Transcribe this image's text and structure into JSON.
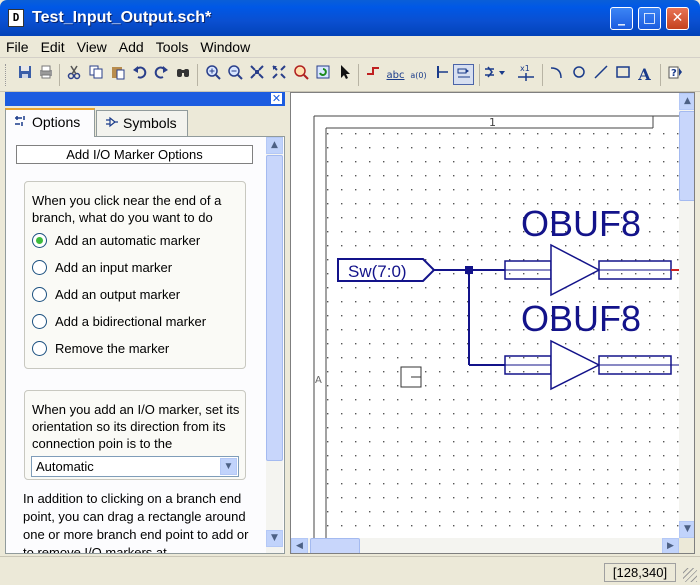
{
  "window": {
    "title": "Test_Input_Output.sch*",
    "app_icon": "D",
    "controls": {
      "minimize": "_",
      "maximize": "□",
      "close": "✕"
    }
  },
  "menu": [
    "File",
    "Edit",
    "View",
    "Add",
    "Tools",
    "Window"
  ],
  "toolbar": {
    "icons": [
      "save-icon",
      "print-icon",
      "cut-icon",
      "copy-icon",
      "paste-icon",
      "undo-icon",
      "redo-icon",
      "find-icon",
      "zoom-in-icon",
      "zoom-out-icon",
      "zoom-fit-icon",
      "zoom-full-icon",
      "zoom-selected-icon",
      "refresh-icon",
      "select-arrow-icon",
      "add-wire-icon",
      "add-net-name-icon",
      "add-bus-name-icon",
      "add-bus-tap-icon",
      "add-io-marker-icon",
      "add-symbol-icon",
      "add-instance-icon",
      "add-arc-icon",
      "add-circle-icon",
      "add-line-icon",
      "add-rectangle-icon",
      "add-text-icon",
      "help-icon"
    ],
    "text_labels": {
      "net_name": "abc",
      "bus_name": "a(0)",
      "io_count": "x1"
    }
  },
  "panel": {
    "close_glyph": "✕",
    "tabs": [
      {
        "label": "Options",
        "active": true
      },
      {
        "label": "Symbols",
        "active": false
      }
    ],
    "options": {
      "header": "Add I/O Marker Options",
      "question1": "When you click near the end of a branch, what do you want to do",
      "radios": [
        {
          "label": "Add an automatic marker",
          "checked": true
        },
        {
          "label": "Add an input marker",
          "checked": false
        },
        {
          "label": "Add an output marker",
          "checked": false
        },
        {
          "label": "Add a bidirectional marker",
          "checked": false
        },
        {
          "label": "Remove the marker",
          "checked": false
        }
      ],
      "question2": "When you add an I/O marker, set its orientation so its direction from its connection poin is to the",
      "orientation_value": "Automatic",
      "help": "In addition to clicking on a branch end point, you can drag a rectangle around one or more branch end point to add or to remove I/O markers at"
    }
  },
  "schematic": {
    "column_label": "1",
    "row_label": "A",
    "io_marker_label": "Sw(7:0)",
    "buffers": [
      {
        "name": "OBUF8"
      },
      {
        "name": "OBUF8"
      }
    ]
  },
  "status": {
    "coords": "[128,340]"
  },
  "colors": {
    "schematic_blue": "#13138a",
    "wire_red": "#cc2222",
    "radio_green": "#3dbb3d",
    "title_blue": "#0058e6"
  }
}
